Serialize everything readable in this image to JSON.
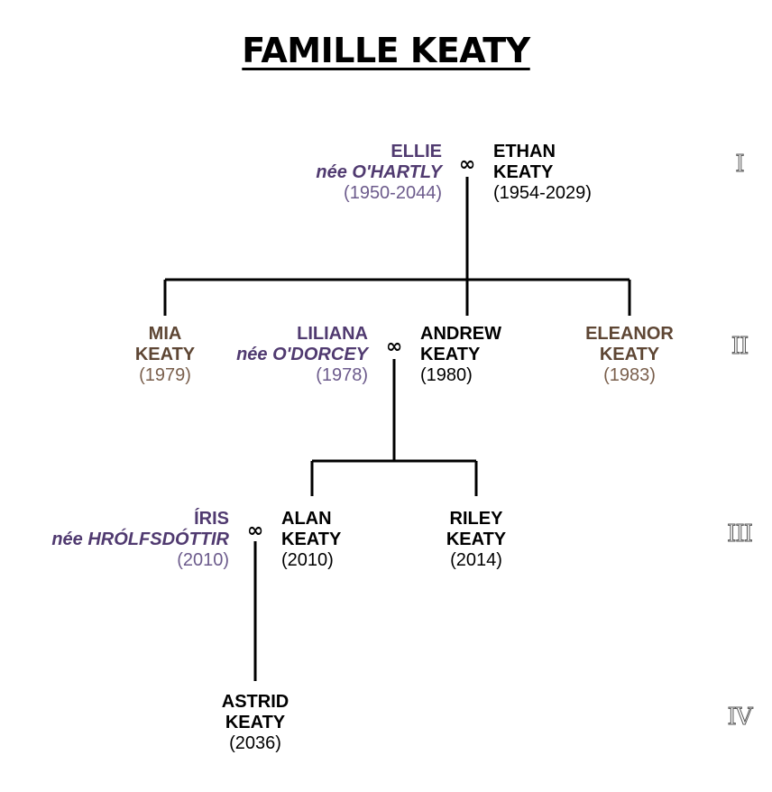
{
  "title": "FAMILLE KEATY",
  "symbols": {
    "marriage": "∞"
  },
  "colors": {
    "descendant": "#000000",
    "spouse": "#503a70",
    "sibling": "#5e4634",
    "line": "#000000"
  },
  "generations": [
    "I",
    "II",
    "III",
    "IV"
  ],
  "people": {
    "ellie": {
      "name": "ELLIE",
      "nee": "née O'HARTLY",
      "dates": "(1950-2044)"
    },
    "ethan": {
      "name1": "ETHAN",
      "name2": "KEATY",
      "dates": "(1954-2029)"
    },
    "mia": {
      "name1": "MIA",
      "name2": "KEATY",
      "dates": "(1979)"
    },
    "liliana": {
      "name": "LILIANA",
      "nee": "née O'DORCEY",
      "dates": "(1978)"
    },
    "andrew": {
      "name1": "ANDREW",
      "name2": "KEATY",
      "dates": "(1980)"
    },
    "eleanor": {
      "name1": "ELEANOR",
      "name2": "KEATY",
      "dates": "(1983)"
    },
    "iris": {
      "name": "ÍRIS",
      "nee": "née HRÓLFSDÓTTIR",
      "dates": "(2010)"
    },
    "alan": {
      "name1": "ALAN",
      "name2": "KEATY",
      "dates": "(2010)"
    },
    "riley": {
      "name1": "RILEY",
      "name2": "KEATY",
      "dates": "(2014)"
    },
    "astrid": {
      "name1": "ASTRID",
      "name2": "KEATY",
      "dates": "(2036)"
    }
  }
}
